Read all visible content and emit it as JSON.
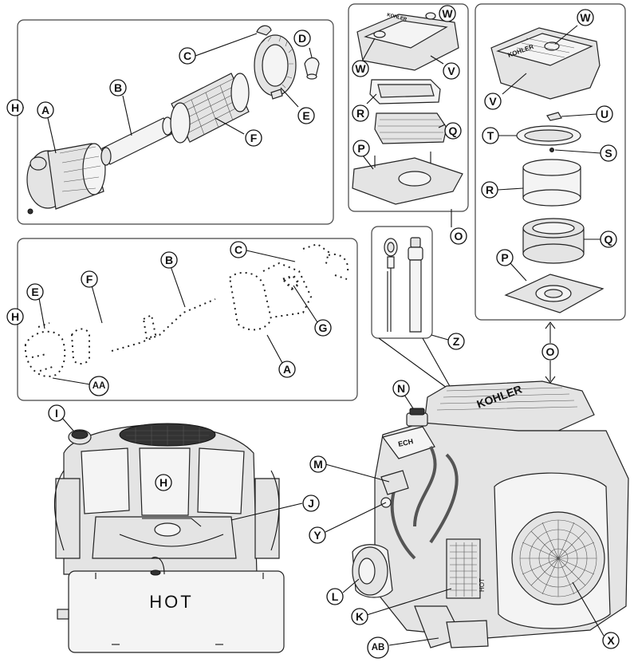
{
  "callouts": {
    "H": "H",
    "A": "A",
    "B": "B",
    "C": "C",
    "D": "D",
    "E": "E",
    "F": "F",
    "G": "G",
    "I": "I",
    "J": "J",
    "K": "K",
    "L": "L",
    "M": "M",
    "N": "N",
    "O": "O",
    "P": "P",
    "Q": "Q",
    "R": "R",
    "S": "S",
    "T": "T",
    "U": "U",
    "V": "V",
    "W": "W",
    "X": "X",
    "Y": "Y",
    "Z": "Z",
    "AA": "AA",
    "AB": "AB"
  },
  "engine_text": {
    "brand": "KOHLER",
    "badge": "ECH",
    "hot_label": "HOT",
    "hot_side": "HOT"
  },
  "colors": {
    "line": "#111111",
    "panel_border": "#444444",
    "part_fill": "#e4e4e4",
    "background": "#ffffff"
  }
}
